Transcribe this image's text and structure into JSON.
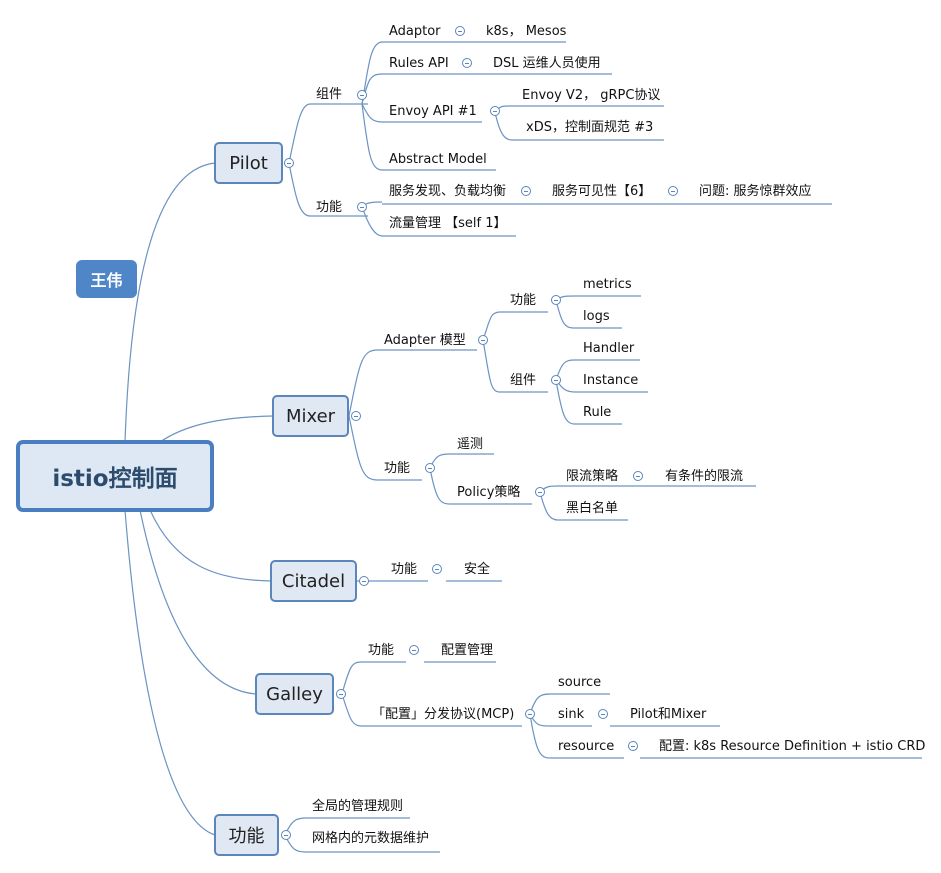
{
  "root": "istio控制面",
  "tag": "王伟",
  "pilot": {
    "title": "Pilot",
    "components_label": "组件",
    "adaptor": "Adaptor",
    "adaptor_detail": "k8s， Mesos",
    "rules_api": "Rules API",
    "rules_detail": "DSL  运维人员使用",
    "envoy_api": "Envoy API  #1",
    "envoy_v2": "Envoy V2， gRPC协议",
    "xds": "xDS，控制面规范  #3",
    "abstract_model": "Abstract Model",
    "functions_label": "功能",
    "service_discovery": "服务发现、负载均衡",
    "service_visibility": "服务可见性【6】",
    "problem": "问题:  服务惊群效应",
    "traffic": "流量管理 【self 1】"
  },
  "mixer": {
    "title": "Mixer",
    "adapter_model": "Adapter 模型",
    "func_label": "功能",
    "metrics": "metrics",
    "logs": "logs",
    "comp_label": "组件",
    "handler": "Handler",
    "instance": "Instance",
    "rule": "Rule",
    "functions_label": "功能",
    "telemetry": "遥测",
    "policy": "Policy策略",
    "rate_limit": "限流策略",
    "conditional_limit": "有条件的限流",
    "blackwhite": "黑白名单"
  },
  "citadel": {
    "title": "Citadel",
    "functions_label": "功能",
    "security": "安全"
  },
  "galley": {
    "title": "Galley",
    "functions_label": "功能",
    "config_mgmt": "配置管理",
    "mcp": "「配置」分发协议(MCP)",
    "source": "source",
    "sink": "sink",
    "sink_detail": "Pilot和Mixer",
    "resource": "resource",
    "resource_detail": "配置: k8s Resource Definition + istio CRD"
  },
  "func": {
    "title": "功能",
    "global_rules": "全局的管理规则",
    "metadata": "网格内的元数据维护"
  },
  "colors": {
    "line": "#5a86bb",
    "root_border": "#4a7ec3",
    "node_fill": "#dfe8f3",
    "tag_fill": "#4f86c8"
  }
}
